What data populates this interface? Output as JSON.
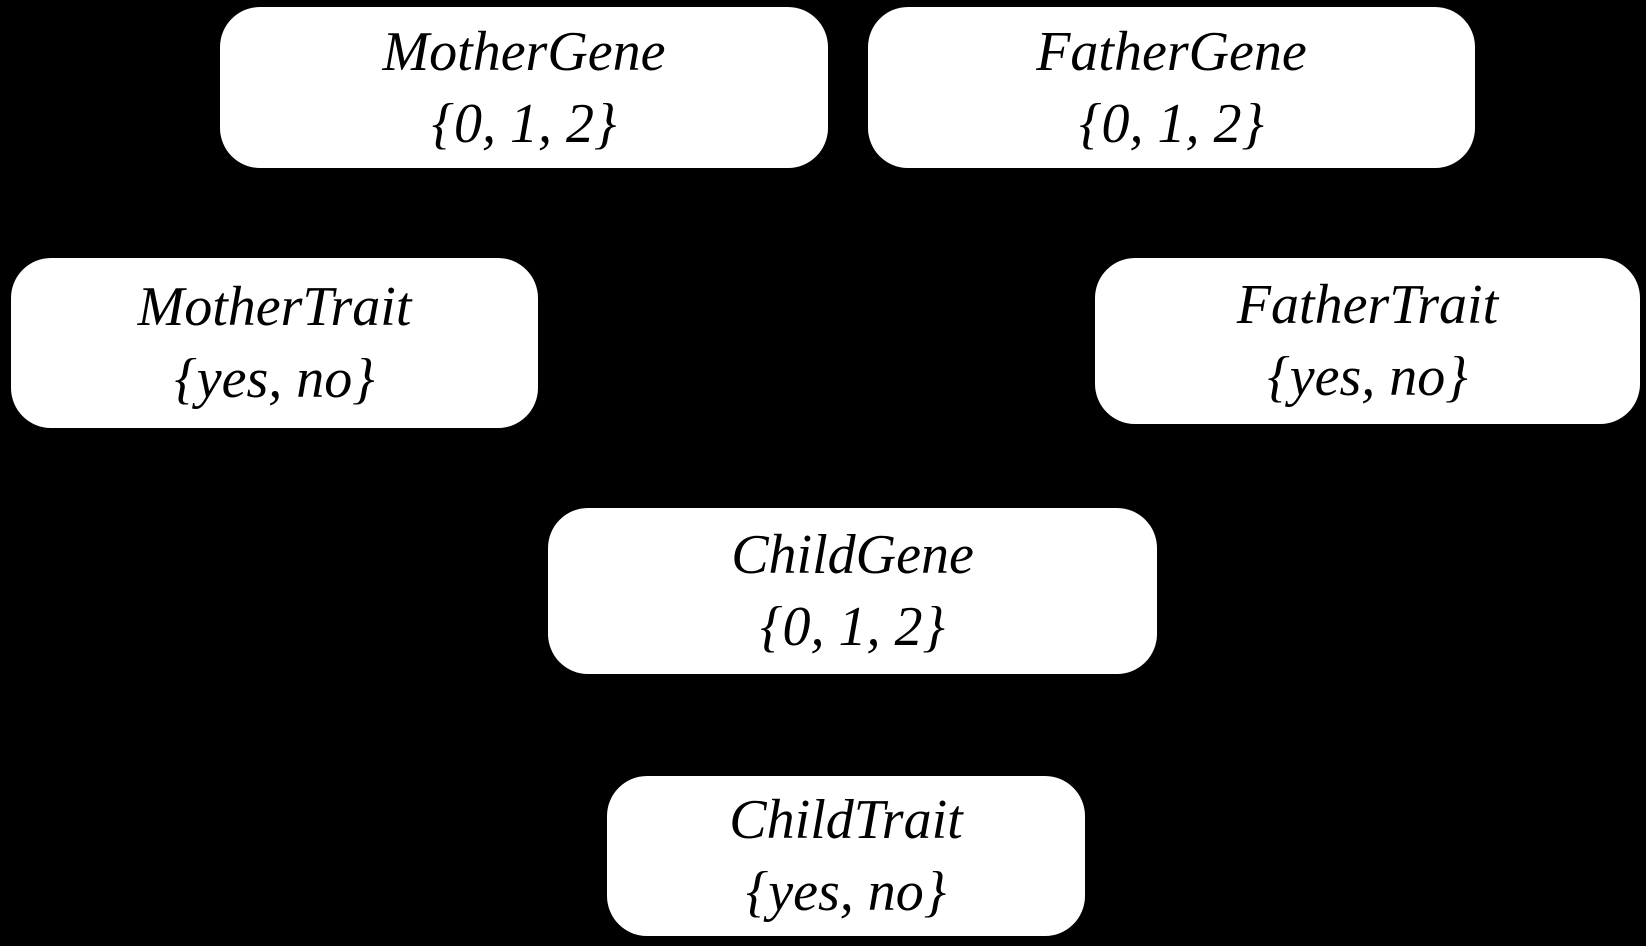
{
  "diagram": {
    "type": "bayesian-network",
    "background_color": "#000000",
    "node_fill_color": "#ffffff",
    "node_text_color": "#000000",
    "nodes": [
      {
        "label": "MotherGene",
        "domain": "{0, 1, 2}"
      },
      {
        "label": "FatherGene",
        "domain": "{0, 1, 2}"
      },
      {
        "label": "MotherTrait",
        "domain": "{yes, no}"
      },
      {
        "label": "FatherTrait",
        "domain": "{yes, no}"
      },
      {
        "label": "ChildGene",
        "domain": "{0, 1, 2}"
      },
      {
        "label": "ChildTrait",
        "domain": "{yes, no}"
      }
    ]
  }
}
